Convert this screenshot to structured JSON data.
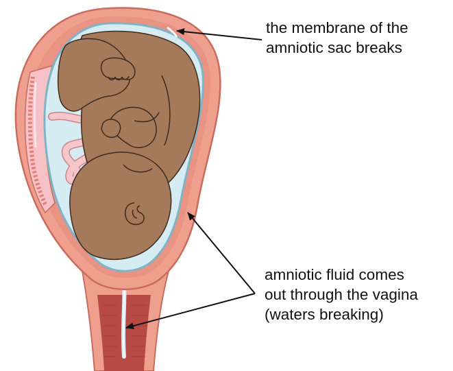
{
  "labels": {
    "membrane": {
      "line1": "the membrane of the",
      "line2": "amniotic sac breaks"
    },
    "fluid": {
      "line1": "amniotic fluid comes",
      "line2": "out through the vagina",
      "line3": "(waters breaking)"
    }
  },
  "colors": {
    "uterus_wall": "#EE9F8E",
    "uterus_outline": "#C96C5E",
    "muscle_dark": "#D9705F",
    "amniotic_fluid": "#D6ECF3",
    "sac_outline": "#7FB3C6",
    "fetus_skin": "#A57A5A",
    "fetus_outline": "#3E2A1E",
    "umbilical_cord": "#F6C6CB",
    "placenta": "#F7C1C8",
    "vagina_muscle": "#B84A46",
    "arrow": "#111111"
  }
}
